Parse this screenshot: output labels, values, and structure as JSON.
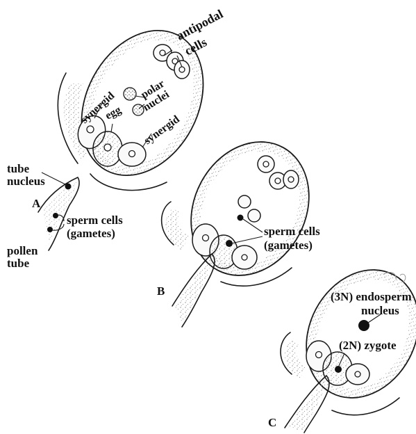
{
  "panels": {
    "a": {
      "letter": "A",
      "antipodal_line1": "antipodal",
      "antipodal_line2": "cells",
      "synergid_upper": "synergid",
      "egg": "egg",
      "polar_line1": "polar",
      "polar_line2": "nuclei",
      "synergid_lower": "synergid",
      "tube_nucleus_line1": "tube",
      "tube_nucleus_line2": "nucleus",
      "sperm_line1": "sperm cells",
      "sperm_line2": "(gametes)",
      "pollen_line1": "pollen",
      "pollen_line2": "tube"
    },
    "b": {
      "letter": "B",
      "sperm_line1": "sperm cells",
      "sperm_line2": "(gametes)"
    },
    "c": {
      "letter": "C",
      "endosperm_line1": "(3N) endosperm",
      "endosperm_line2": "nucleus",
      "zygote": "(2N) zygote"
    }
  },
  "colors": {
    "ink": "#1a1a1a",
    "stipple": "#8a8a8a",
    "background": "#ffffff"
  }
}
